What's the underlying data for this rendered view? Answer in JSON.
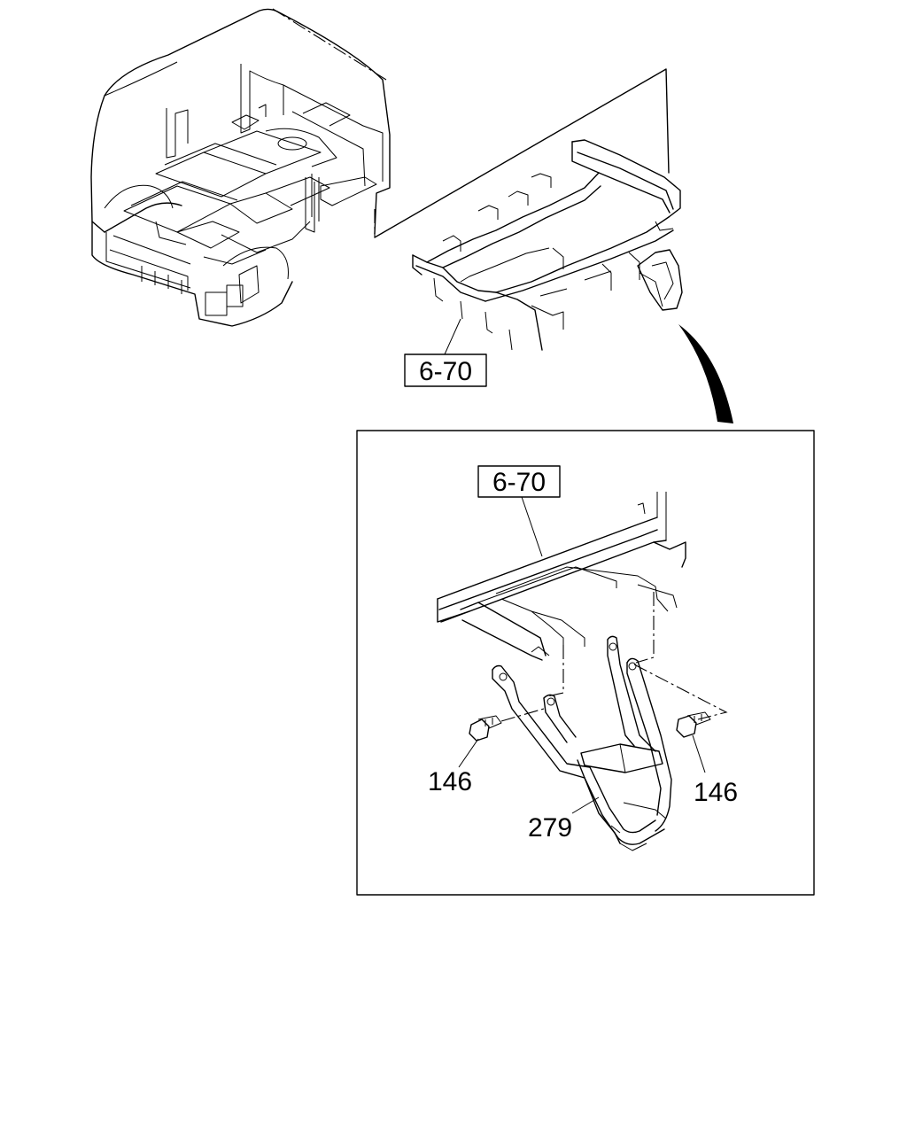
{
  "callouts": {
    "frame_ref_top": "6-70",
    "frame_ref_detail": "6-70",
    "bolt_left": "146",
    "bolt_right": "146",
    "step_bracket": "279"
  },
  "colors": {
    "line": "#000000",
    "background": "#ffffff"
  }
}
